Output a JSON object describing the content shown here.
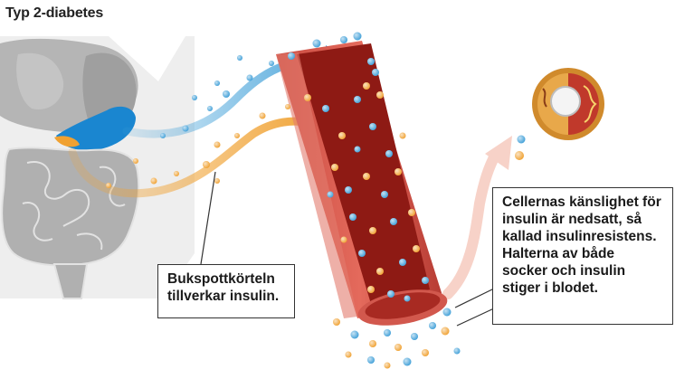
{
  "title": "Typ 2-diabetes",
  "callouts": {
    "pancreas": [
      "Bukspottkörteln",
      "tillverkar insulin."
    ],
    "cells": [
      "Cellernas känslighet för",
      "insulin är nedsatt, så",
      "kallad insulinresistens.",
      "Halterna av både",
      "socker och insulin",
      "stiger i blodet."
    ]
  },
  "colors": {
    "insulin": "#3f9fd8",
    "sugar": "#f0a131",
    "blood": "#8e1a14",
    "vessel_wall": "#d2584d",
    "organs": "#a9a9a9",
    "pancreas": "#1a86d0"
  }
}
